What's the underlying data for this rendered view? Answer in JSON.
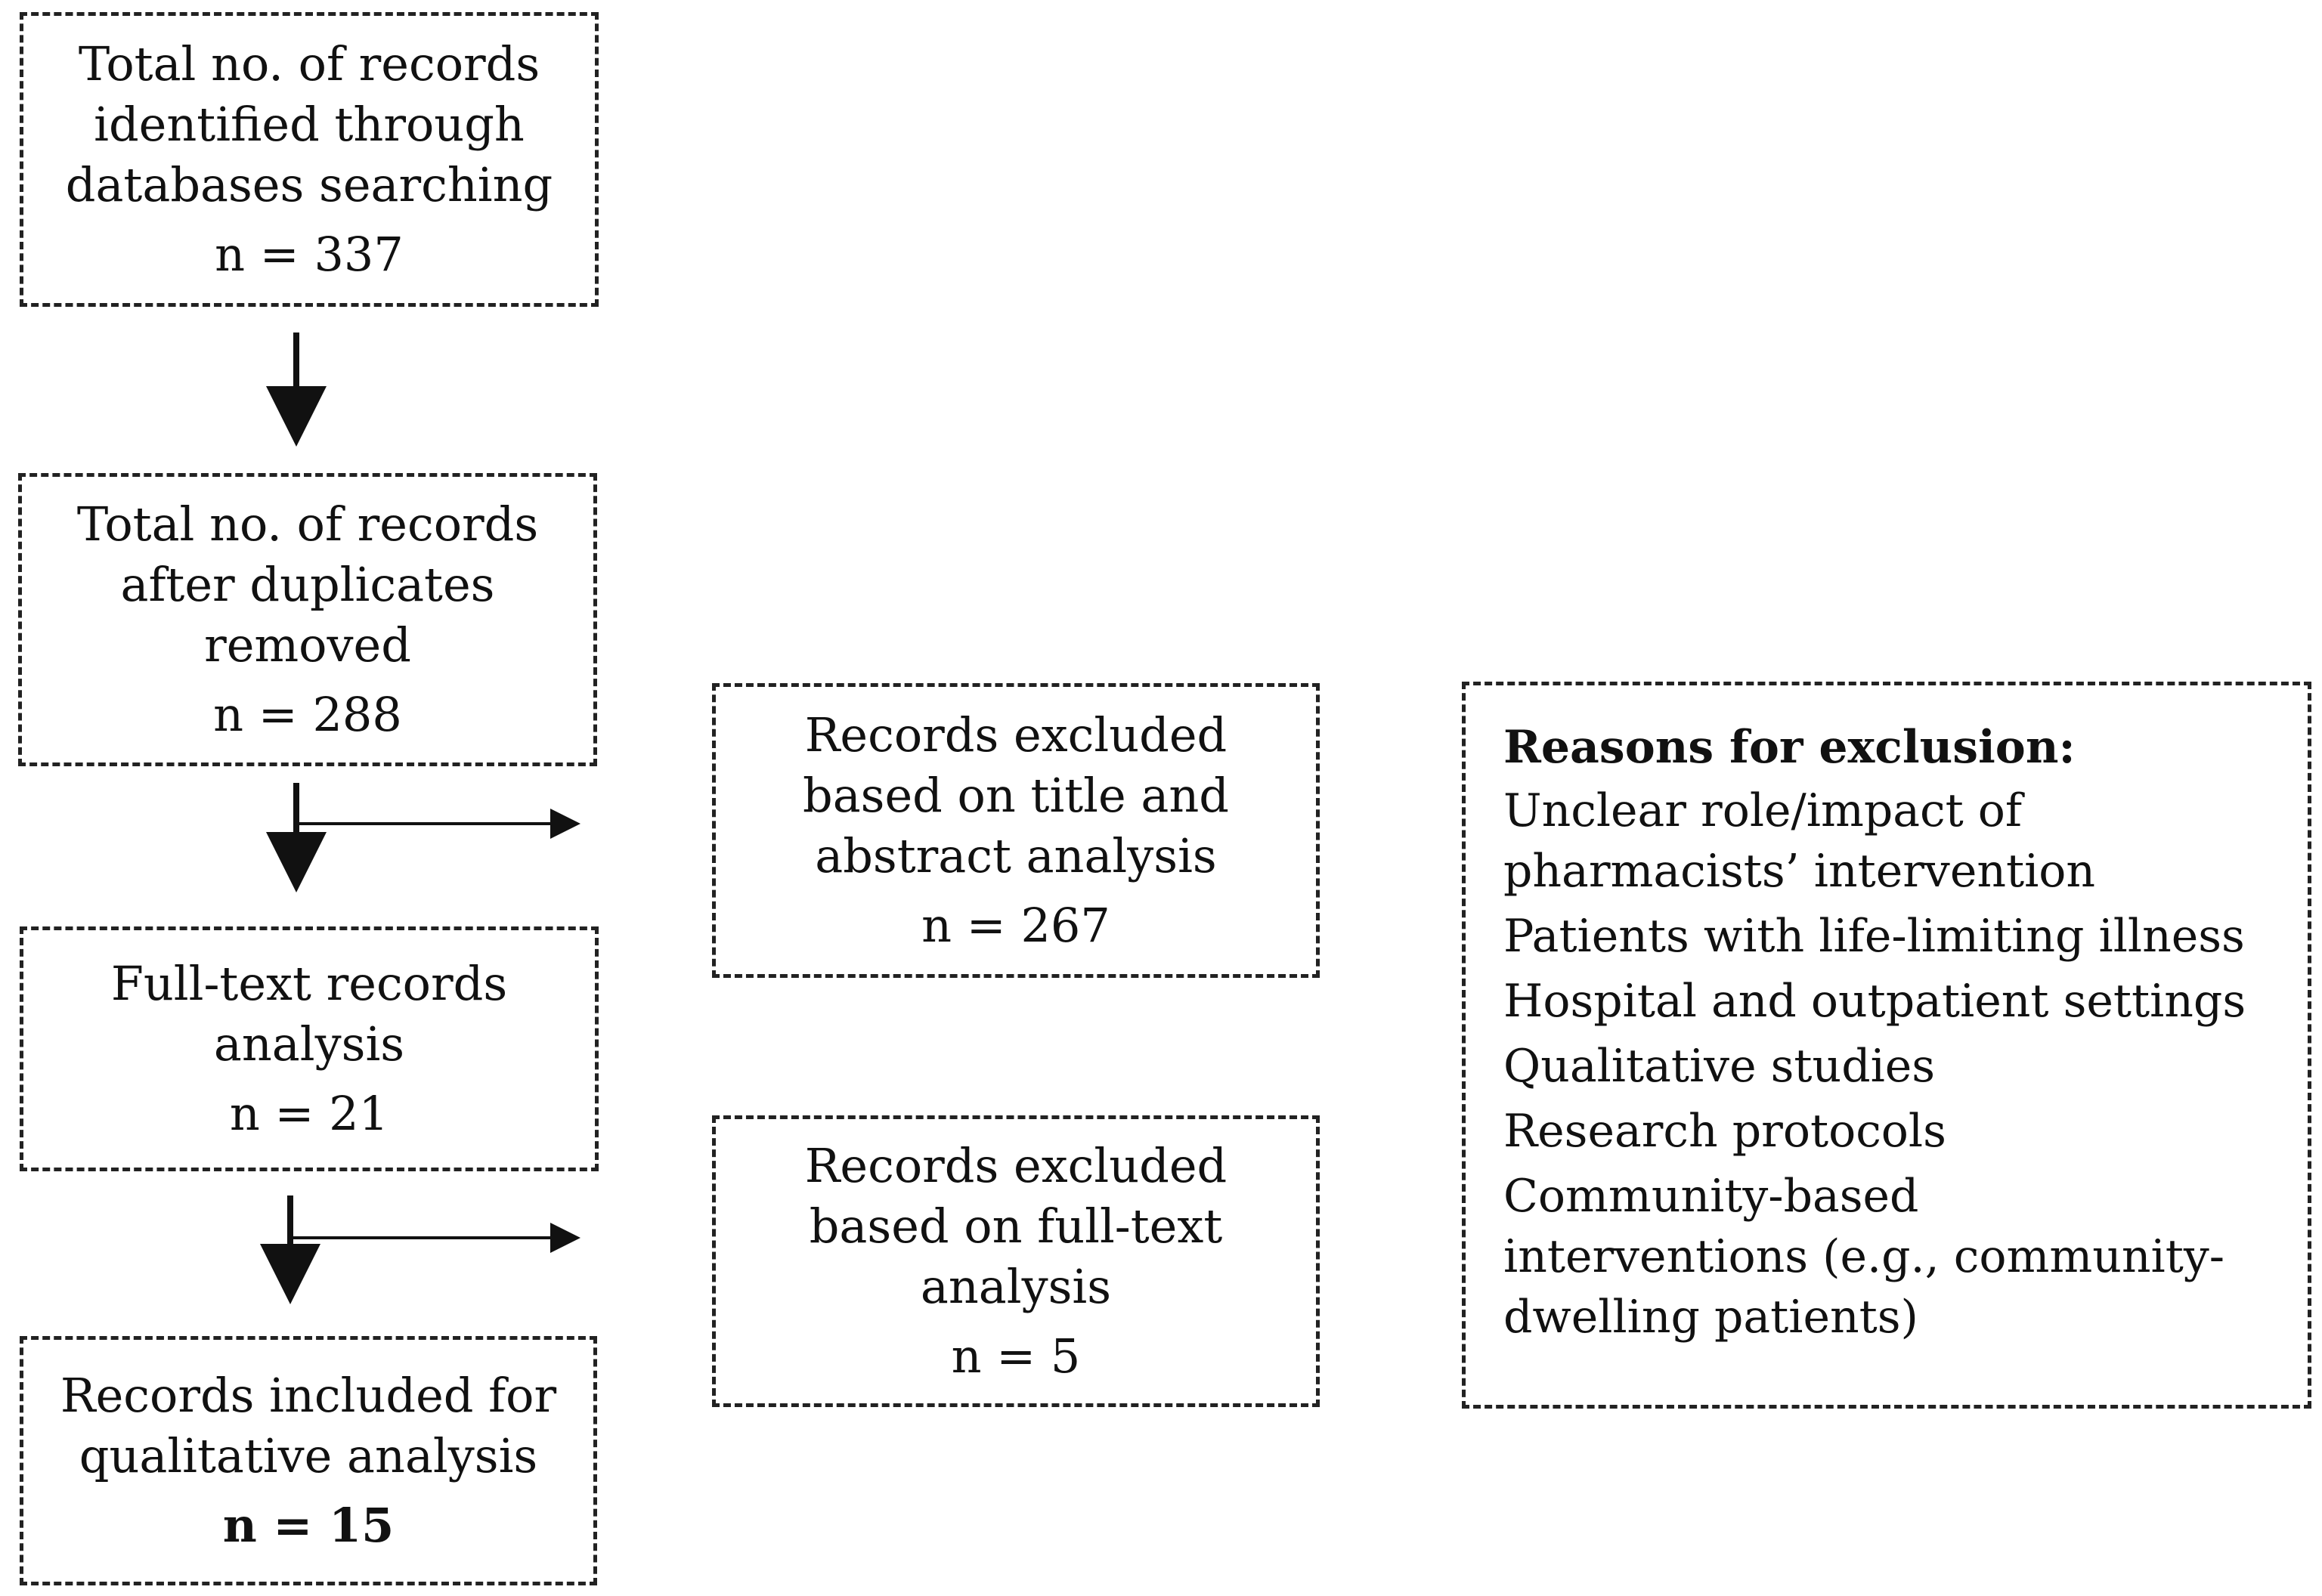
{
  "flow": {
    "identified": {
      "label": "Total no. of records\nidentified through\ndatabases searching",
      "count": "n = 337"
    },
    "after_duplicates": {
      "label": "Total no. of records\nafter duplicates\nremoved",
      "count": "n = 288"
    },
    "full_text": {
      "label": "Full-text records\nanalysis",
      "count": "n = 21"
    },
    "included": {
      "label": "Records included for\nqualitative analysis",
      "count": "n = 15"
    }
  },
  "exclusions": {
    "title_abstract": {
      "label": "Records excluded\nbased on title and\nabstract analysis",
      "count": "n = 267"
    },
    "full_text": {
      "label": "Records excluded\nbased on full-text\nanalysis",
      "count": "n = 5"
    }
  },
  "reasons": {
    "title": "Reasons for exclusion:",
    "items": [
      "Unclear role/impact of\npharmacists’ intervention",
      "Patients with life-limiting illness",
      "Hospital and outpatient settings",
      "Qualitative studies",
      "Research protocols",
      "Community-based\ninterventions (e.g., community-\ndwelling patients)"
    ]
  }
}
